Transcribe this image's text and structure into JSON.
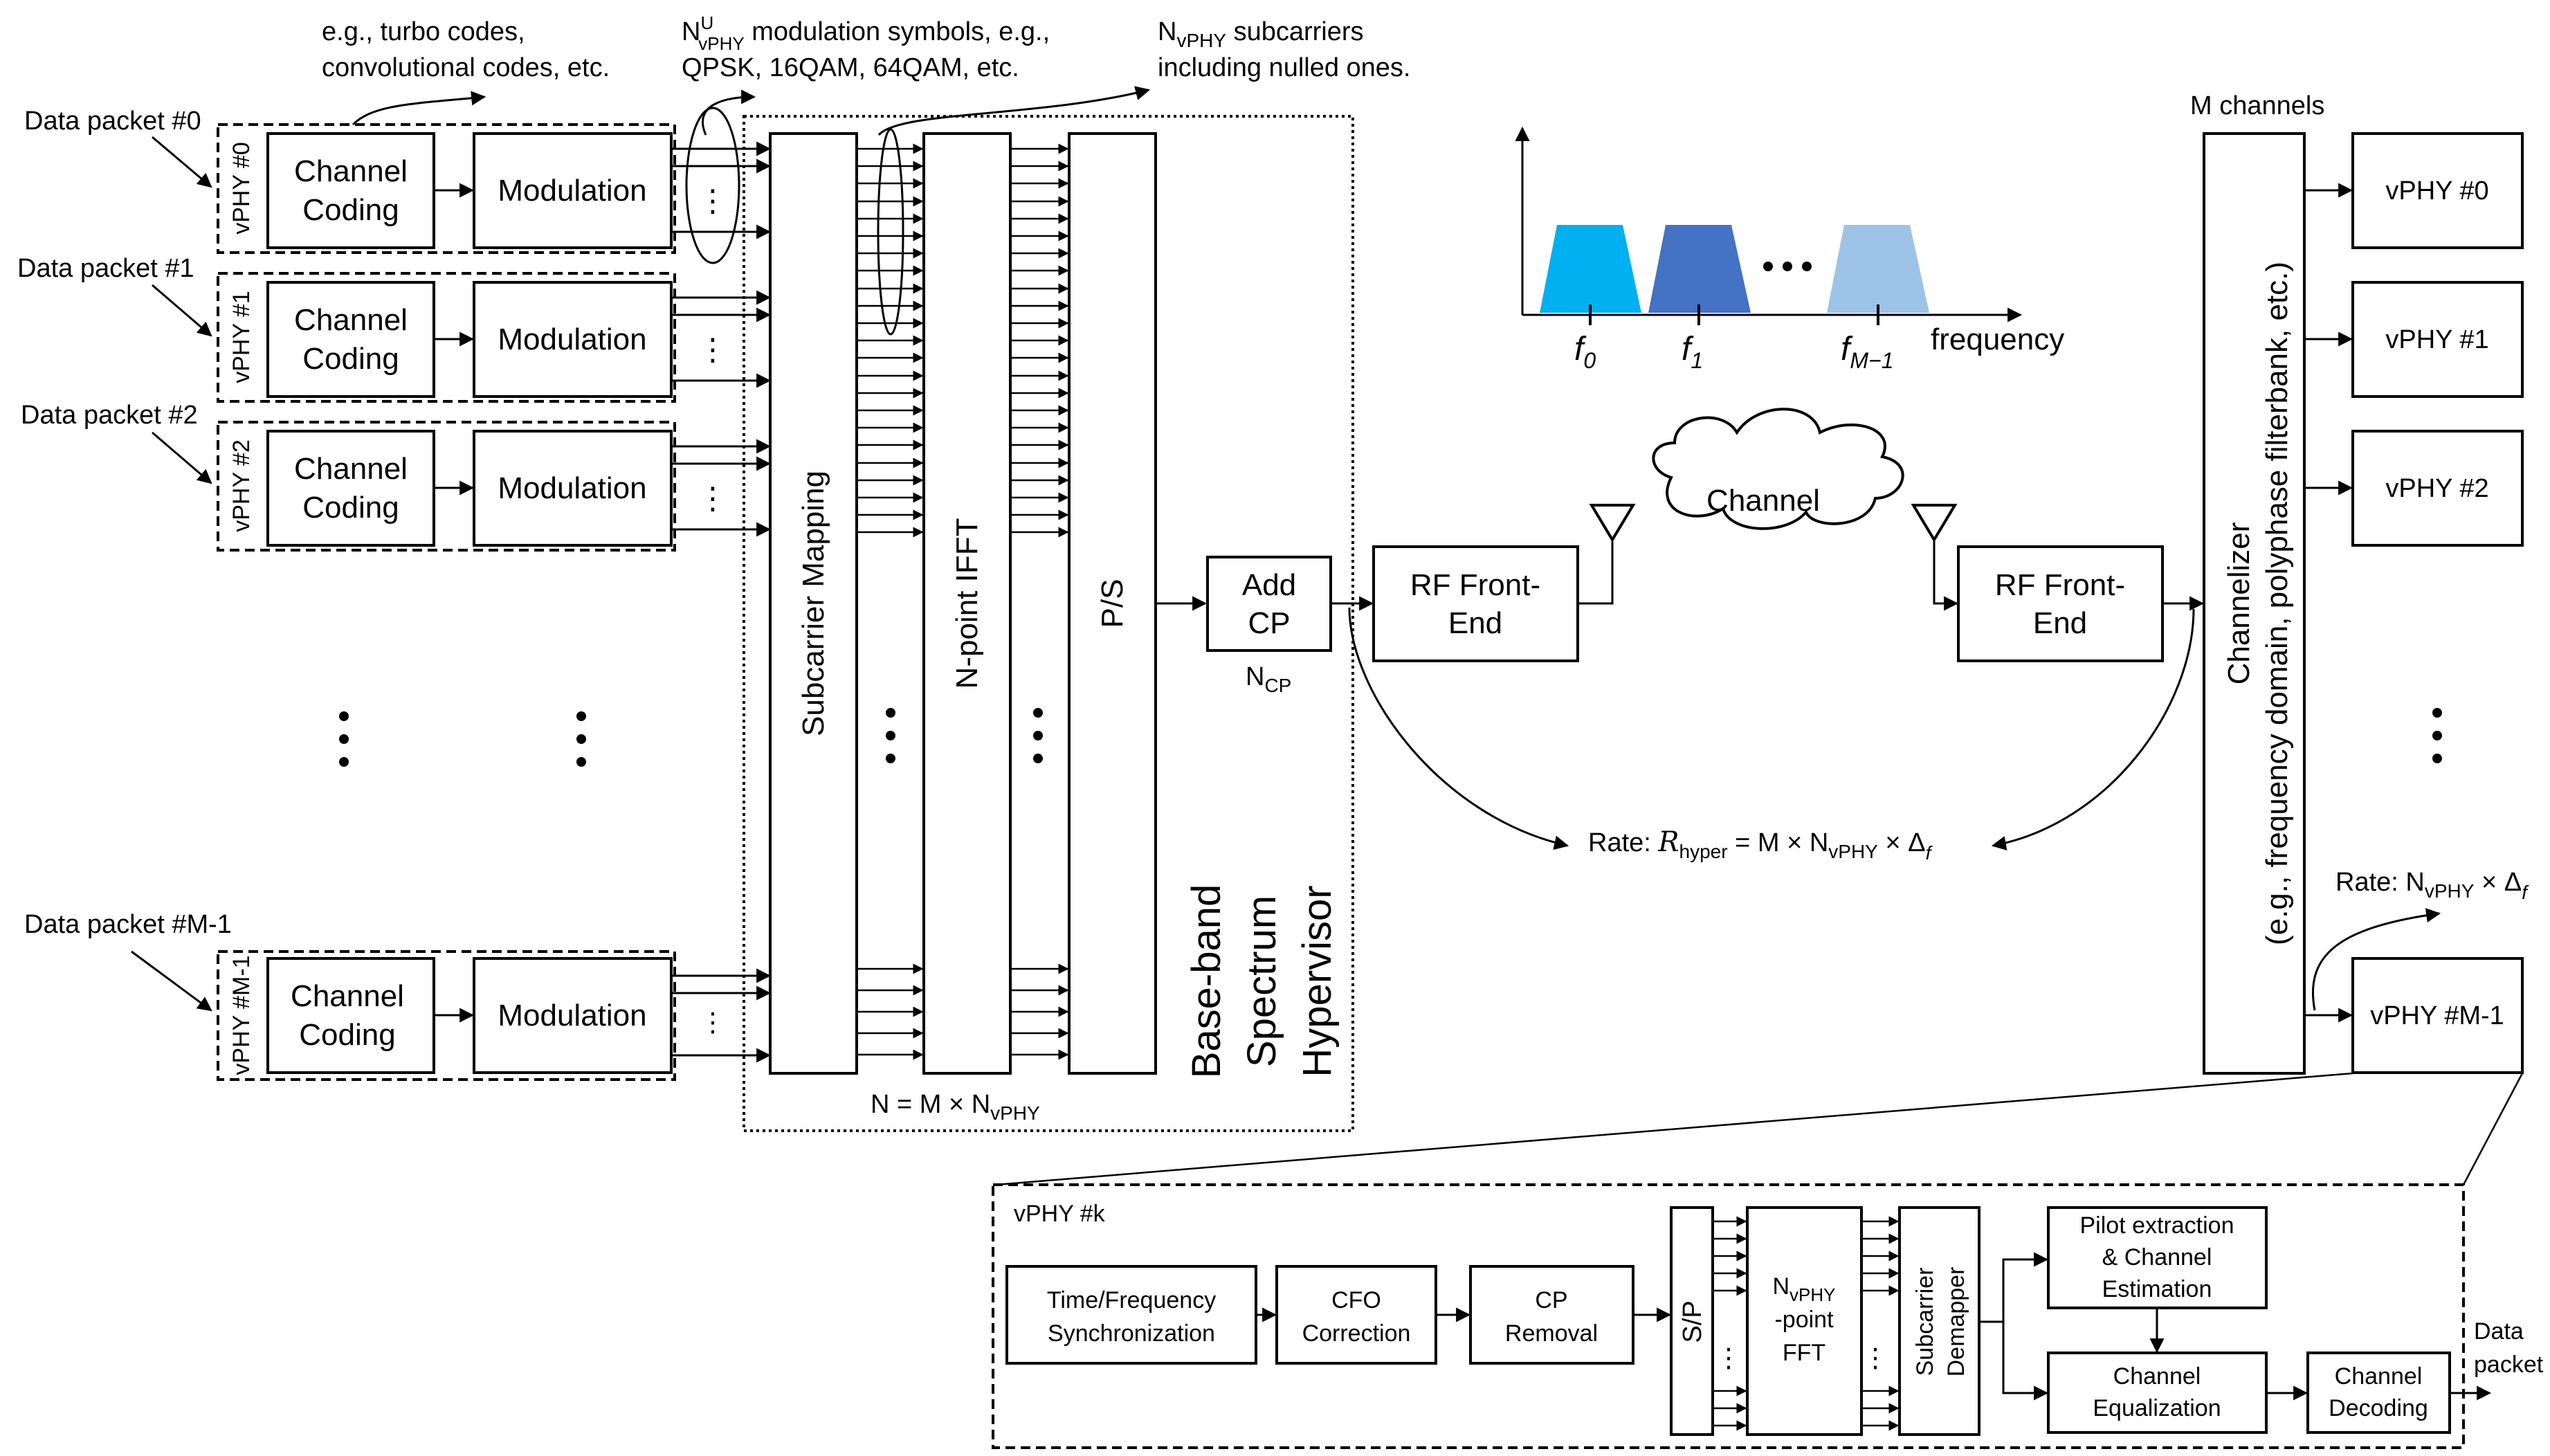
{
  "annotations": {
    "coding_examples": [
      "e.g., turbo codes,",
      "convolutional codes, etc."
    ],
    "modulation_symbols": [
      "N",
      "U",
      "vPHY",
      " modulation symbols, e.g.,",
      "QPSK, 16QAM, 64QAM, etc."
    ],
    "subcarriers": [
      "N",
      "vPHY",
      " subcarriers",
      "including nulled ones."
    ],
    "n_cp": [
      "N",
      "CP"
    ],
    "n_equation": [
      "N = M × N",
      "vPHY"
    ],
    "rate_hyper": [
      "Rate: ",
      "R",
      "hyper",
      " = M × N",
      "vPHY",
      " × Δ",
      "f"
    ],
    "rate_vphy": [
      "Rate: N",
      "vPHY",
      " × Δ",
      "f"
    ],
    "m_channels": "M channels",
    "data_packet_out": [
      "Data",
      "packet"
    ]
  },
  "vphys": [
    {
      "packet": "Data packet #0",
      "label": "vPHY #0"
    },
    {
      "packet": "Data packet #1",
      "label": "vPHY #1"
    },
    {
      "packet": "Data packet #2",
      "label": "vPHY #2"
    },
    {
      "packet": "Data packet #M-1",
      "label": "vPHY #M-1"
    }
  ],
  "blocks": {
    "channel_coding": [
      "Channel",
      "Coding"
    ],
    "modulation": "Modulation",
    "subcarrier_mapping": "Subcarrier Mapping",
    "ifft": "N-point IFFT",
    "ps": "P/S",
    "add_cp": [
      "Add",
      "CP"
    ],
    "rf_front_end": [
      "RF Front-",
      "End"
    ],
    "channel_cloud": "Channel",
    "hypervisor": [
      "Base-band",
      "Spectrum",
      "Hypervisor"
    ],
    "channelizer": [
      "Channelizer",
      "(e.g., frequency domain, polyphase filterbank, etc.)"
    ]
  },
  "out_vphys": [
    "vPHY #0",
    "vPHY #1",
    "vPHY #2",
    "vPHY #M-1"
  ],
  "spectrum": {
    "xlabel": "frequency",
    "ticks": [
      [
        "f",
        "0"
      ],
      [
        "f",
        "1"
      ],
      [
        "f",
        "M−1"
      ]
    ],
    "colors": [
      "#00b0f0",
      "#4472c4",
      "#9dc3e6"
    ]
  },
  "receiver": {
    "title": "vPHY #k",
    "sync": [
      "Time/Frequency",
      "Synchronization"
    ],
    "cfo": [
      "CFO",
      "Correction"
    ],
    "cp_removal": [
      "CP",
      "Removal"
    ],
    "sp": "S/P",
    "fft": [
      "N",
      "vPHY",
      "-point",
      "FFT"
    ],
    "demapper": [
      "Subcarrier",
      "Demapper"
    ],
    "pilot": [
      "Pilot extraction",
      "& Channel",
      "Estimation"
    ],
    "equalization": [
      "Channel",
      "Equalization"
    ],
    "decoding": [
      "Channel",
      "Decoding"
    ]
  }
}
